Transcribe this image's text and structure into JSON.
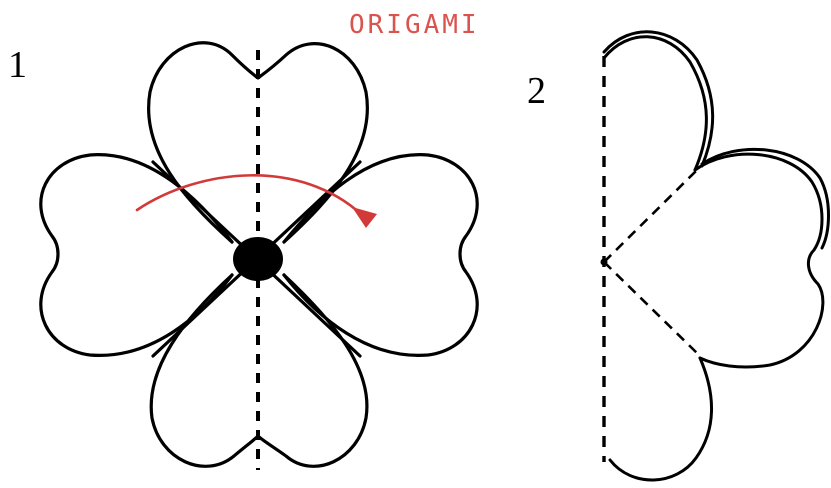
{
  "title": "ORIGAMI",
  "steps": [
    {
      "number": "1"
    },
    {
      "number": "2"
    }
  ],
  "colors": {
    "line": "#000000",
    "arrow": "#d23a3a",
    "title": "#d9534f",
    "background": "#ffffff"
  }
}
